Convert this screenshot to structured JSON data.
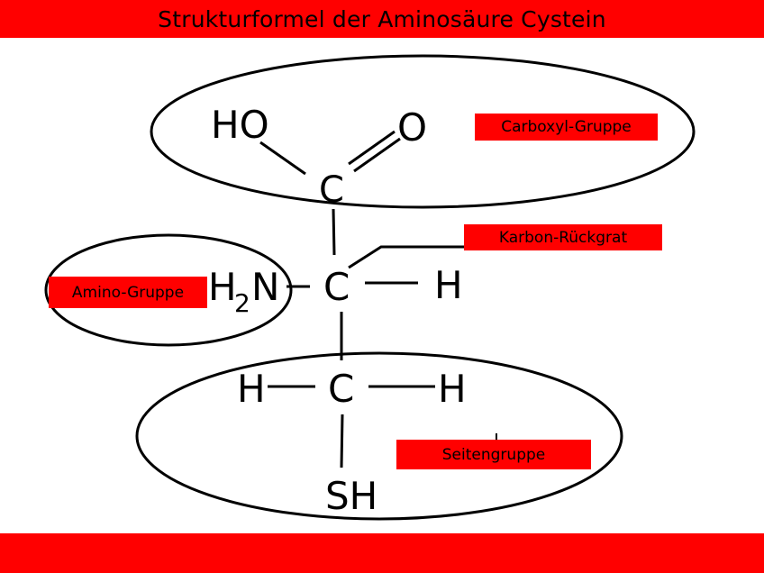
{
  "header": {
    "title": "Strukturformel der Aminosäure Cystein",
    "color": "#ff0000"
  },
  "footer": {
    "color": "#ff0000"
  },
  "labels": {
    "carboxyl": "Carboxyl-Gruppe",
    "karbon": "Karbon-Rückgrat",
    "amino": "Amino-Gruppe",
    "seiten": "Seitengruppe"
  },
  "atoms": {
    "ho": "HO",
    "o": "O",
    "c_carboxyl": "C",
    "h2n_h": "H",
    "h2n_sub": "2",
    "h2n_n": "N",
    "c_alpha": "C",
    "h_alpha": "H",
    "h_beta_left": "H",
    "c_beta": "C",
    "h_beta_right": "H",
    "sh": "SH"
  }
}
